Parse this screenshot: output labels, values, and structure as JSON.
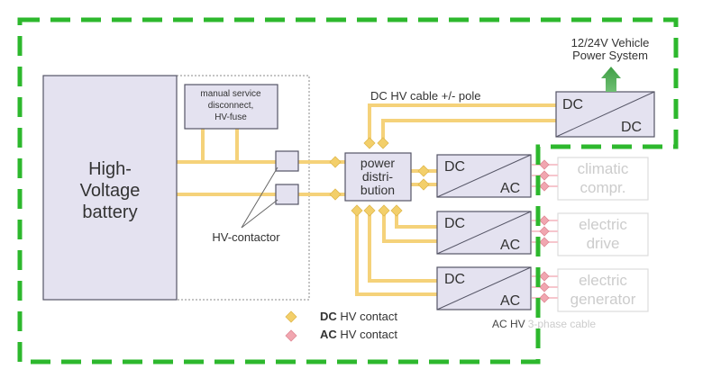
{
  "colors": {
    "boundary": "#2db82d",
    "cable": "#f5d27a",
    "dc_contact": "#f3cf6a",
    "ac_contact": "#f1a6b0",
    "box_fill": "#e4e2f0"
  },
  "labels": {
    "battery_line1": "High-",
    "battery_line2": "Voltage",
    "battery_line3": "battery",
    "msd_line1": "manual service",
    "msd_line2": "disconnect,",
    "msd_line3": "HV-fuse",
    "hv_contactor": "HV-contactor",
    "pd_line1": "power",
    "pd_line2": "distri-",
    "pd_line3": "bution",
    "dc_cable": "DC HV cable +/- pole",
    "vehicle_line1": "12/24V Vehicle",
    "vehicle_line2": "Power System",
    "conv_dc": "DC",
    "conv_ac": "AC",
    "climatic_line1": "climatic",
    "climatic_line2": "compr.",
    "drive_line1": "electric",
    "drive_line2": "drive",
    "generator_line1": "electric",
    "generator_line2": "generator",
    "ac_cable_a": "AC HV",
    "ac_cable_b": "3-phase cable"
  },
  "legend": {
    "dc_bold": "DC",
    "dc_rest": " HV contact",
    "ac_bold": "AC",
    "ac_rest": " HV contact"
  }
}
